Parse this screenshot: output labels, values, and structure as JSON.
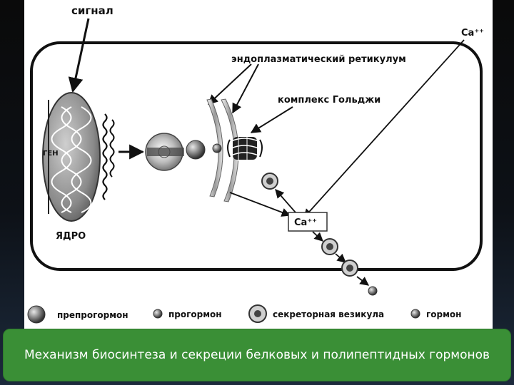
{
  "labels": {
    "signal": "сигнал",
    "calcium_outside": "Ca⁺⁺",
    "endoplasmic_reticulum": "эндоплазматический ретикулум",
    "golgi": "комплекс Гольджи",
    "gene": "ГЕН",
    "nucleus": "ЯДРО",
    "calcium_inside": "Ca⁺⁺"
  },
  "legend": {
    "items": [
      {
        "label": "препрогормон"
      },
      {
        "label": "прогормон"
      },
      {
        "label": "секреторная везикула"
      },
      {
        "label": "гормон"
      }
    ]
  },
  "caption": "Механизм биосинтеза и секреции белковых и полипептидных гормонов",
  "colors": {
    "caption_bg": "#3a8f36",
    "ink": "#111111"
  }
}
